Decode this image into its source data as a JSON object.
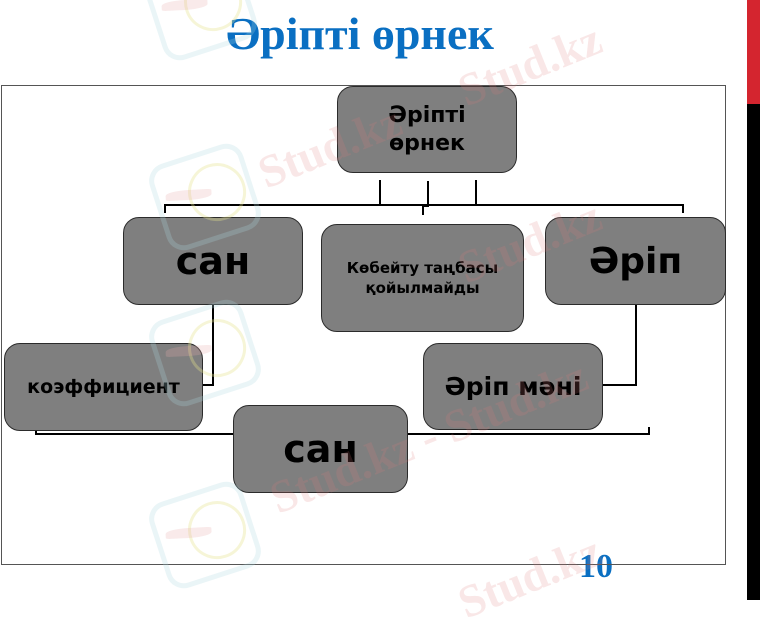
{
  "slide": {
    "title": "Әріпті өрнек",
    "page_number": "10",
    "colors": {
      "title": "#0a6fc2",
      "page_number": "#0a6fc2",
      "box_fill": "#7f7f7f",
      "box_border": "#2b2b2b",
      "side_bar_top": "#d4252f",
      "side_bar_bottom": "#000000"
    }
  },
  "diagram": {
    "root": {
      "label_line1": "Әріпті",
      "label_line2": "өрнек"
    },
    "nodes": {
      "number_top": {
        "label": "сан"
      },
      "no_multiply_sign": {
        "label_line1": "Көбейту таңбасы",
        "label_line2": "қойылмайды"
      },
      "letter": {
        "label": "Әріп"
      },
      "coefficient": {
        "label": "коэффициент"
      },
      "letter_value": {
        "label": "Әріп мәні"
      },
      "number_bottom": {
        "label": "сан"
      }
    }
  },
  "watermark": {
    "text": "Stud.kz",
    "text_alt": "Stud.kz - Stud.kz"
  }
}
